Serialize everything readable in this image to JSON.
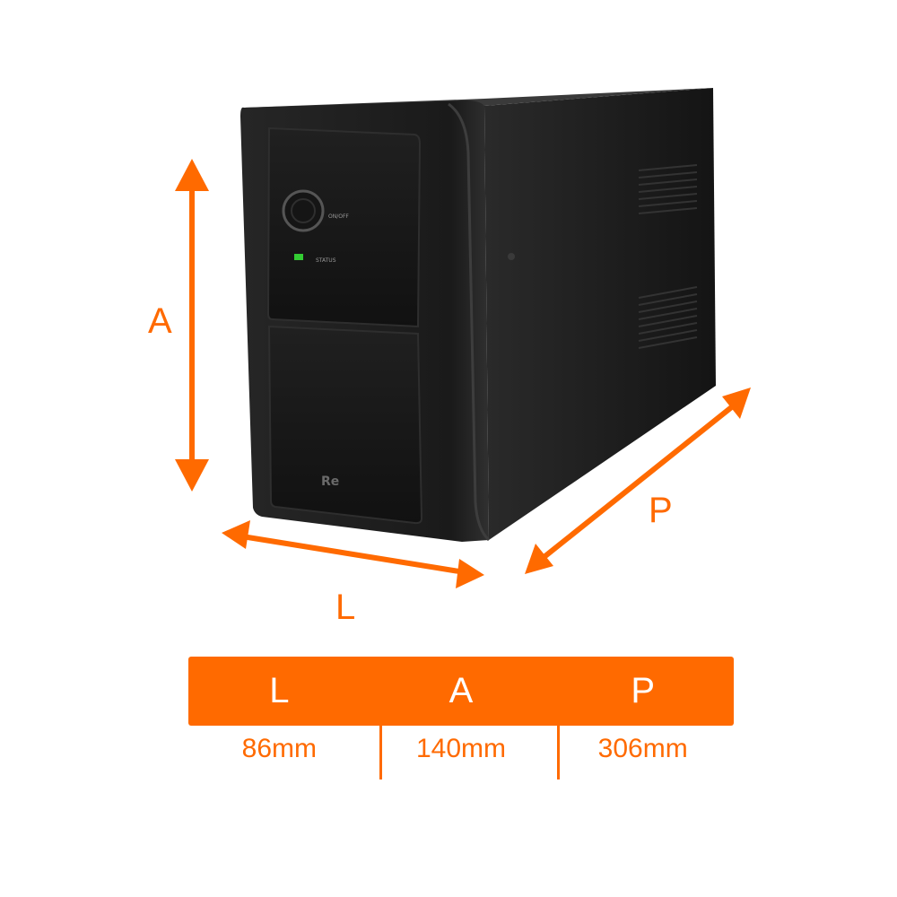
{
  "colors": {
    "accent": "#ff6a00",
    "device": "#1c1c1c",
    "background": "#ffffff"
  },
  "dimension_labels": {
    "height": "A",
    "width": "L",
    "depth": "P"
  },
  "device_panel": {
    "power_label": "ON/OFF",
    "status_label": "STATUS",
    "logo_text": "Re"
  },
  "spec_table": {
    "headers": [
      "L",
      "A",
      "P"
    ],
    "values": [
      "86mm",
      "140mm",
      "306mm"
    ]
  }
}
